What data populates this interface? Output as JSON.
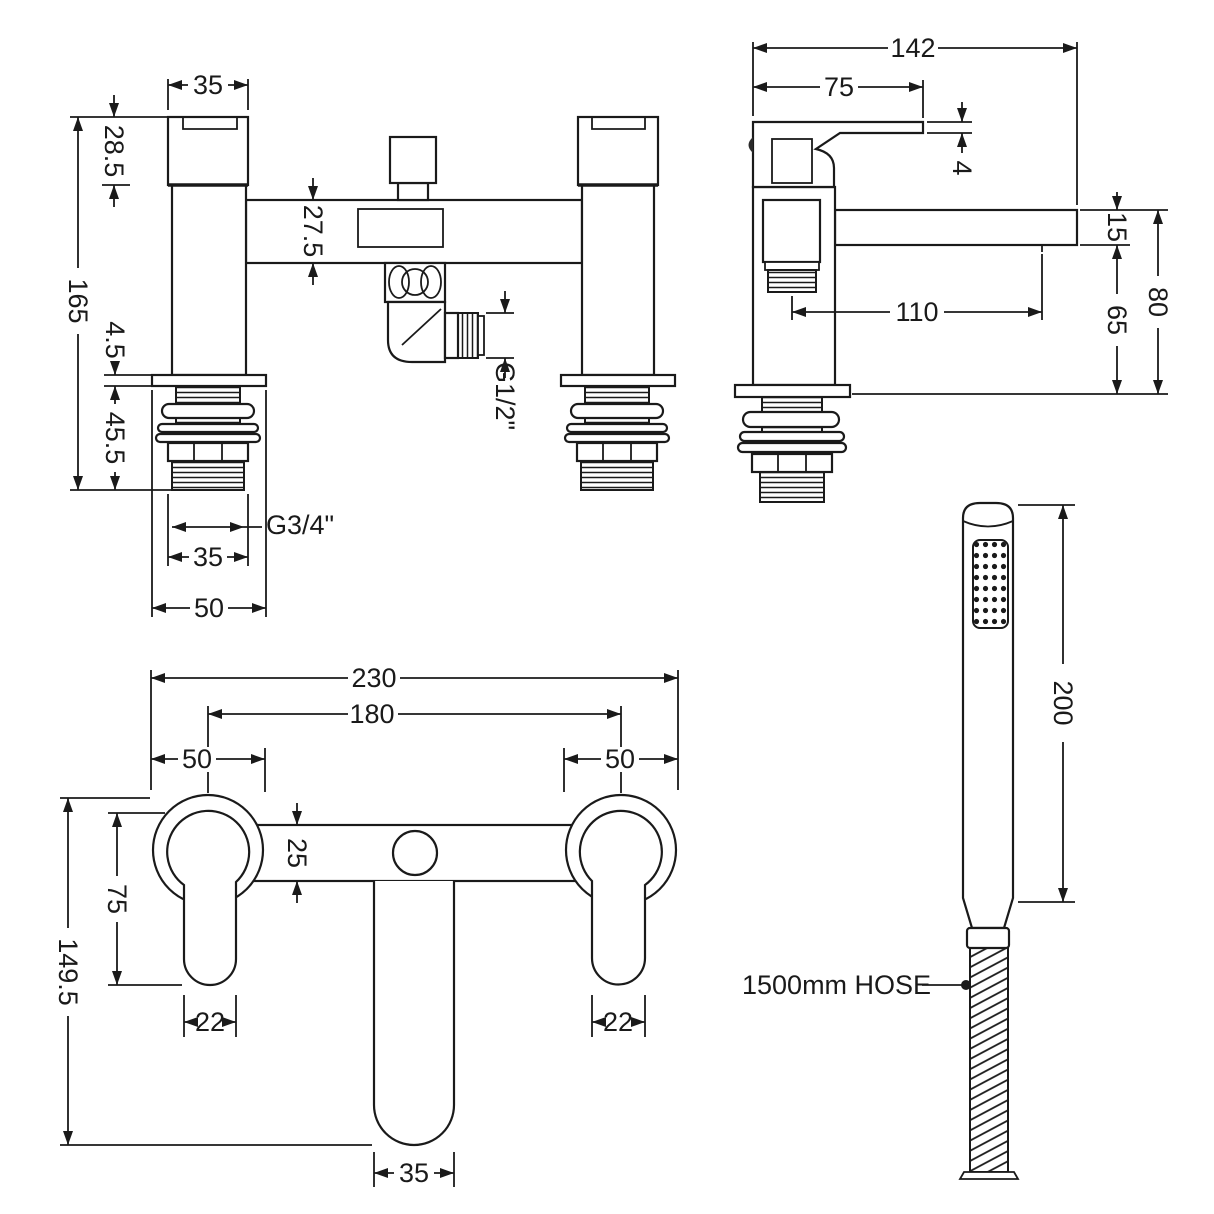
{
  "drawing": {
    "units": "mm",
    "line_color": "#1a1a1a",
    "background_color": "#ffffff",
    "front": {
      "top_width": "35",
      "cap_height": "28.5",
      "body_height": "27.5",
      "total_height": "165",
      "flange_thickness": "4.5",
      "tail_length": "45.5",
      "tail_thread": "G3/4\"",
      "tail_width": "35",
      "base_width": "50",
      "outlet_thread": "G1/2\""
    },
    "side": {
      "total_depth": "142",
      "handle_length": "75",
      "handle_thickness": "4",
      "spout_section": "15",
      "spout_reach": "110",
      "spout_underside_height": "65",
      "spout_top_height": "80"
    },
    "plan": {
      "total_width": "230",
      "centres": "180",
      "handle_dia_left": "50",
      "handle_dia_right": "50",
      "body_depth": "25",
      "handle_reach": "75",
      "total_projection": "149.5",
      "lever_width_left": "22",
      "lever_width_right": "22",
      "spout_width": "35"
    },
    "handset": {
      "length": "200",
      "hose_label": "1500mm HOSE"
    }
  }
}
